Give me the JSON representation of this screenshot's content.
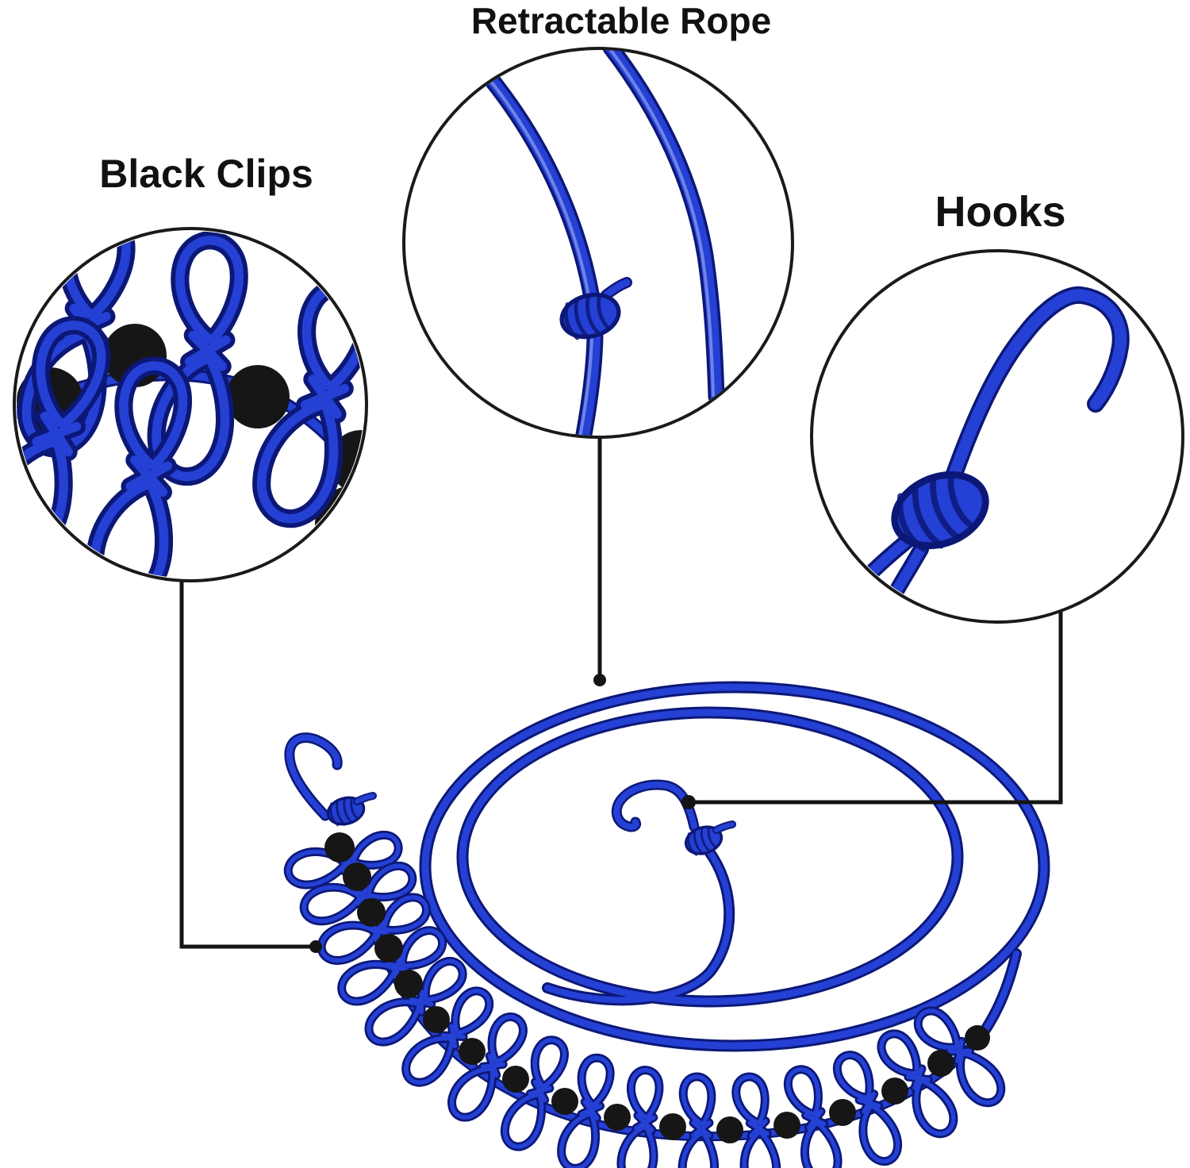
{
  "background": "#ffffff",
  "callouts": [
    {
      "id": "black-clips",
      "label": "Black Clips"
    },
    {
      "id": "retractable-rope",
      "label": "Retractable Rope"
    },
    {
      "id": "hooks",
      "label": "Hooks"
    }
  ],
  "colors": {
    "rope_blue": "#2540d4",
    "rope_outline": "#0c1877",
    "rope_highlight": "#8fa0f0",
    "bead_black": "#161616",
    "leader_line": "#141414",
    "label_text": "#111111",
    "circle_stroke": "#1a1a1a",
    "background": "#ffffff"
  },
  "product": {
    "clips_on_line": 16,
    "beads_on_line": 17,
    "hooks": 2
  }
}
